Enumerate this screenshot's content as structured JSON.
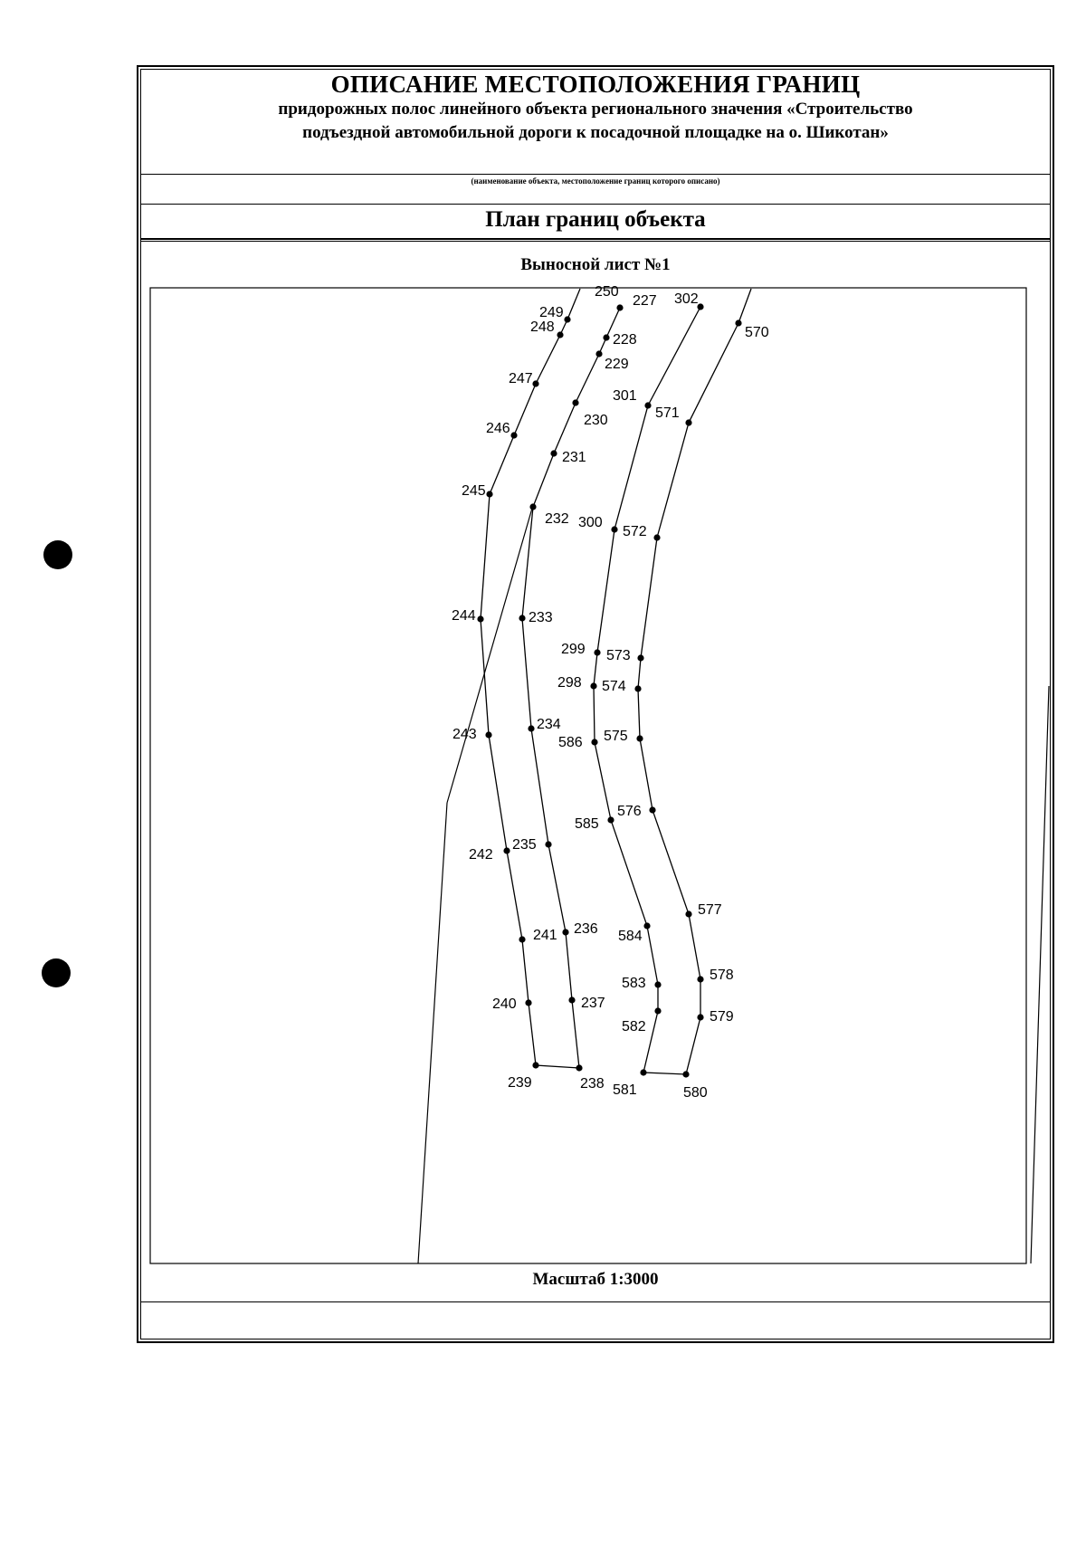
{
  "header": {
    "title": "ОПИСАНИЕ МЕСТОПОЛОЖЕНИЯ ГРАНИЦ",
    "subtitle_line1": "придорожных полос линейного объекта регионального значения «Строительство",
    "subtitle_line2": "подъездной автомобильной дороги к посадочной площадке на о. Шикотан»",
    "caption": "(наименование объекта, местоположение границ которого описано)"
  },
  "section_title": "План границ объекта",
  "sheet_title": "Выносной лист №1",
  "scale_label": "Масштаб 1:3000",
  "plan": {
    "points": [
      {
        "id": "250",
        "dot": false
      },
      {
        "id": "249",
        "dot": true
      },
      {
        "id": "248",
        "dot": true
      },
      {
        "id": "247",
        "dot": true
      },
      {
        "id": "246",
        "dot": true
      },
      {
        "id": "245",
        "dot": true
      },
      {
        "id": "244",
        "dot": true
      },
      {
        "id": "243",
        "dot": true
      },
      {
        "id": "242",
        "dot": true
      },
      {
        "id": "241",
        "dot": true
      },
      {
        "id": "240",
        "dot": true
      },
      {
        "id": "239",
        "dot": true
      },
      {
        "id": "227",
        "dot": true
      },
      {
        "id": "228",
        "dot": true
      },
      {
        "id": "229",
        "dot": true
      },
      {
        "id": "230",
        "dot": true
      },
      {
        "id": "231",
        "dot": true
      },
      {
        "id": "232",
        "dot": true
      },
      {
        "id": "233",
        "dot": true
      },
      {
        "id": "234",
        "dot": true
      },
      {
        "id": "235",
        "dot": true
      },
      {
        "id": "236",
        "dot": true
      },
      {
        "id": "237",
        "dot": true
      },
      {
        "id": "238",
        "dot": true
      },
      {
        "id": "302",
        "dot": true
      },
      {
        "id": "301",
        "dot": true
      },
      {
        "id": "300",
        "dot": true
      },
      {
        "id": "299",
        "dot": true
      },
      {
        "id": "298",
        "dot": true
      },
      {
        "id": "586",
        "dot": true
      },
      {
        "id": "585",
        "dot": true
      },
      {
        "id": "584",
        "dot": true
      },
      {
        "id": "583",
        "dot": true
      },
      {
        "id": "582",
        "dot": true
      },
      {
        "id": "581",
        "dot": true
      },
      {
        "id": "570",
        "dot": true
      },
      {
        "id": "571",
        "dot": true
      },
      {
        "id": "572",
        "dot": true
      },
      {
        "id": "573",
        "dot": true
      },
      {
        "id": "574",
        "dot": true
      },
      {
        "id": "575",
        "dot": true
      },
      {
        "id": "576",
        "dot": true
      },
      {
        "id": "577",
        "dot": true
      },
      {
        "id": "578",
        "dot": true
      },
      {
        "id": "579",
        "dot": true
      },
      {
        "id": "580",
        "dot": true
      }
    ],
    "boundaries": [
      [
        "250",
        "249",
        "248",
        "247",
        "246",
        "245",
        "244",
        "243",
        "242",
        "241",
        "240",
        "239",
        "238",
        "237",
        "236",
        "235",
        "234",
        "233",
        "232",
        "231",
        "230",
        "229",
        "228",
        "227"
      ],
      [
        "302",
        "301",
        "300",
        "299",
        "298",
        "586",
        "585",
        "584",
        "583",
        "582",
        "581",
        "580",
        "579",
        "578",
        "577",
        "576",
        "575",
        "574",
        "573",
        "572",
        "571",
        "570"
      ]
    ]
  }
}
